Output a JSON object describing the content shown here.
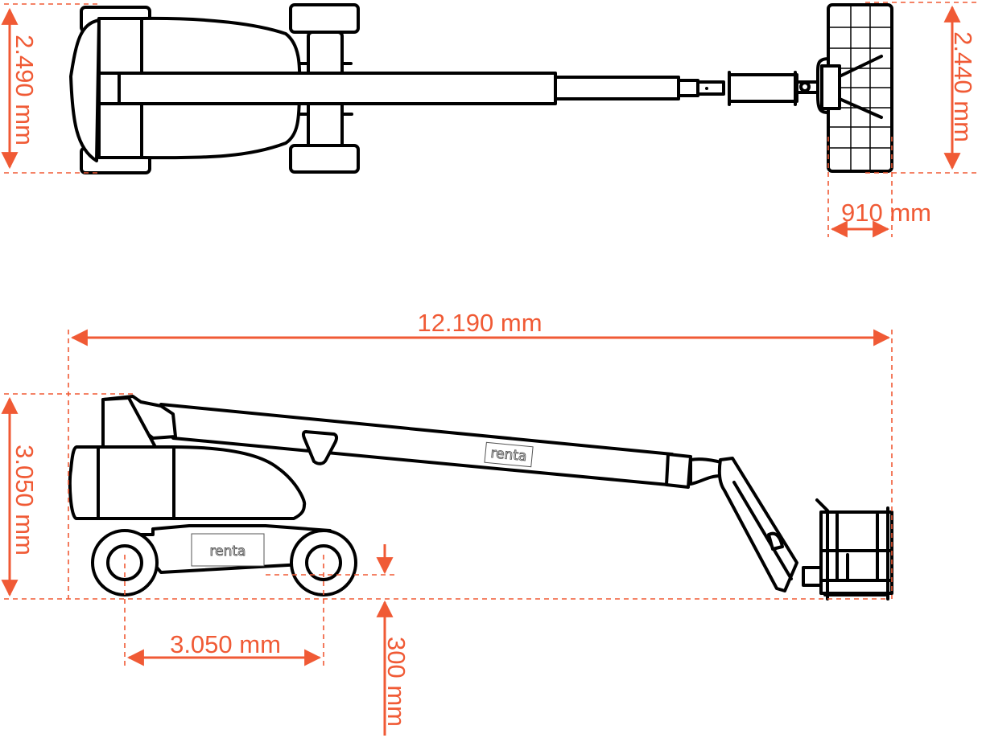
{
  "colors": {
    "dimension": "#f05a35",
    "outline": "#000000"
  },
  "top_view": {
    "machine_width_label": "2.490 mm",
    "platform_width_label": "2.440 mm",
    "platform_depth_label": "910 mm"
  },
  "side_view": {
    "overall_length_label": "12.190 mm",
    "stowed_height_label": "3.050 mm",
    "wheelbase_label": "3.050 mm",
    "ground_clearance_label": "300 mm",
    "logo_text": [
      "renta",
      "renta"
    ]
  }
}
